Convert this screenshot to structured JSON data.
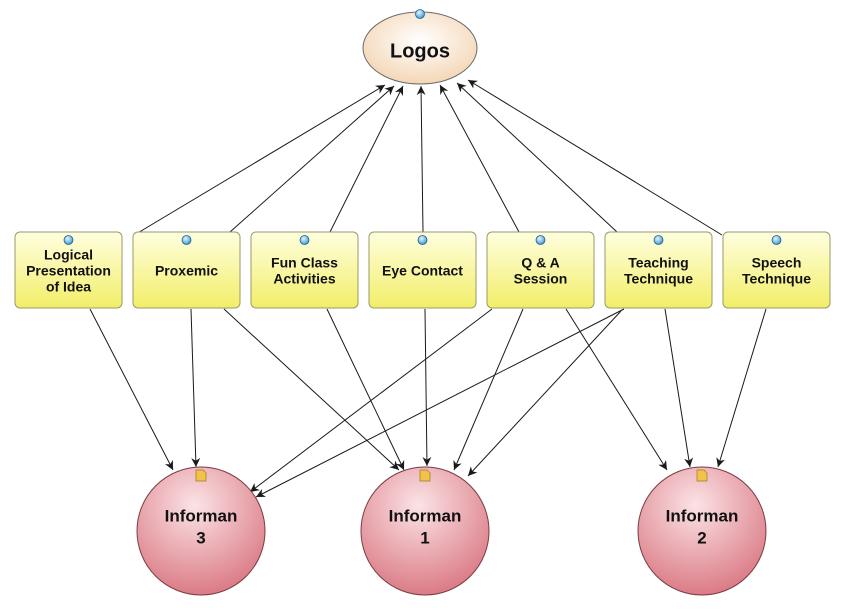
{
  "colors": {
    "logos_fill_center": "#ffffff",
    "logos_fill_edge": "#f3d3b0",
    "concept_fill_center": "#ffffe0",
    "concept_fill_edge": "#f2ee68",
    "informant_fill_center": "#fbe3e6",
    "informant_fill_edge": "#d9747f",
    "connector": "#1a1a1a",
    "node_border": "#9a9a6a",
    "indicator_blue": "#3e9bd8",
    "note_tag": "#f2c34a"
  },
  "nodes": {
    "logos": {
      "label": "Logos"
    },
    "concepts": [
      {
        "id": "logical",
        "lines": [
          "Logical",
          "Presentation",
          "of Idea"
        ]
      },
      {
        "id": "proxemic",
        "lines": [
          "Proxemic"
        ]
      },
      {
        "id": "fun",
        "lines": [
          "Fun Class",
          "Activities"
        ]
      },
      {
        "id": "eye",
        "lines": [
          "Eye Contact"
        ]
      },
      {
        "id": "qa",
        "lines": [
          "Q & A",
          "Session"
        ]
      },
      {
        "id": "teaching",
        "lines": [
          "Teaching",
          "Technique"
        ]
      },
      {
        "id": "speech",
        "lines": [
          "Speech",
          "Technique"
        ]
      }
    ],
    "informants": [
      {
        "id": "inf3",
        "lines": [
          "Informan",
          "3"
        ]
      },
      {
        "id": "inf1",
        "lines": [
          "Informan",
          "1"
        ]
      },
      {
        "id": "inf2",
        "lines": [
          "Informan",
          "2"
        ]
      }
    ]
  },
  "edges": [
    {
      "from": "logical",
      "to": "logos"
    },
    {
      "from": "proxemic",
      "to": "logos"
    },
    {
      "from": "fun",
      "to": "logos"
    },
    {
      "from": "eye",
      "to": "logos"
    },
    {
      "from": "qa",
      "to": "logos"
    },
    {
      "from": "teaching",
      "to": "logos"
    },
    {
      "from": "speech",
      "to": "logos"
    },
    {
      "from": "logical",
      "to": "inf3"
    },
    {
      "from": "proxemic",
      "to": "inf3"
    },
    {
      "from": "proxemic",
      "to": "inf1"
    },
    {
      "from": "fun",
      "to": "inf1"
    },
    {
      "from": "eye",
      "to": "inf1"
    },
    {
      "from": "qa",
      "to": "inf3"
    },
    {
      "from": "qa",
      "to": "inf1"
    },
    {
      "from": "qa",
      "to": "inf2"
    },
    {
      "from": "teaching",
      "to": "inf3"
    },
    {
      "from": "teaching",
      "to": "inf1"
    },
    {
      "from": "teaching",
      "to": "inf2"
    },
    {
      "from": "speech",
      "to": "inf2"
    }
  ]
}
